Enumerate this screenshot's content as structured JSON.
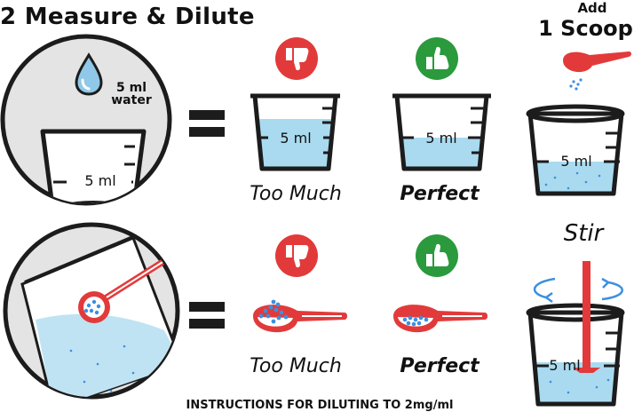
{
  "header": {
    "title": "2  Measure & Dilute"
  },
  "add_step": {
    "small": "Add",
    "big": "1 Scoop"
  },
  "water_circle": {
    "amount_line1": "5 ml",
    "amount_line2": "water",
    "cup_label": "5 ml"
  },
  "cups": {
    "too_much_label": "5 ml",
    "perfect_label": "5 ml",
    "right_cup_label": "5 ml",
    "stir_cup_label": "5 ml"
  },
  "captions": {
    "row1_too_much": "Too Much",
    "row1_perfect": "Perfect",
    "row2_too_much": "Too Much",
    "row2_perfect": "Perfect"
  },
  "stir_label": "Stir",
  "footer": "INSTRUCTIONS FOR DILUTING TO 2mg/ml",
  "icons": [
    "water-drop-icon",
    "thumbs-down-icon",
    "thumbs-up-icon",
    "scoop-icon",
    "stir-arrows-icon"
  ],
  "colors": {
    "red": "#e23a3a",
    "green": "#2a9a3c",
    "water": "#a9daf0",
    "powder": "#3c8fe0",
    "dark": "#1c1c1c"
  }
}
